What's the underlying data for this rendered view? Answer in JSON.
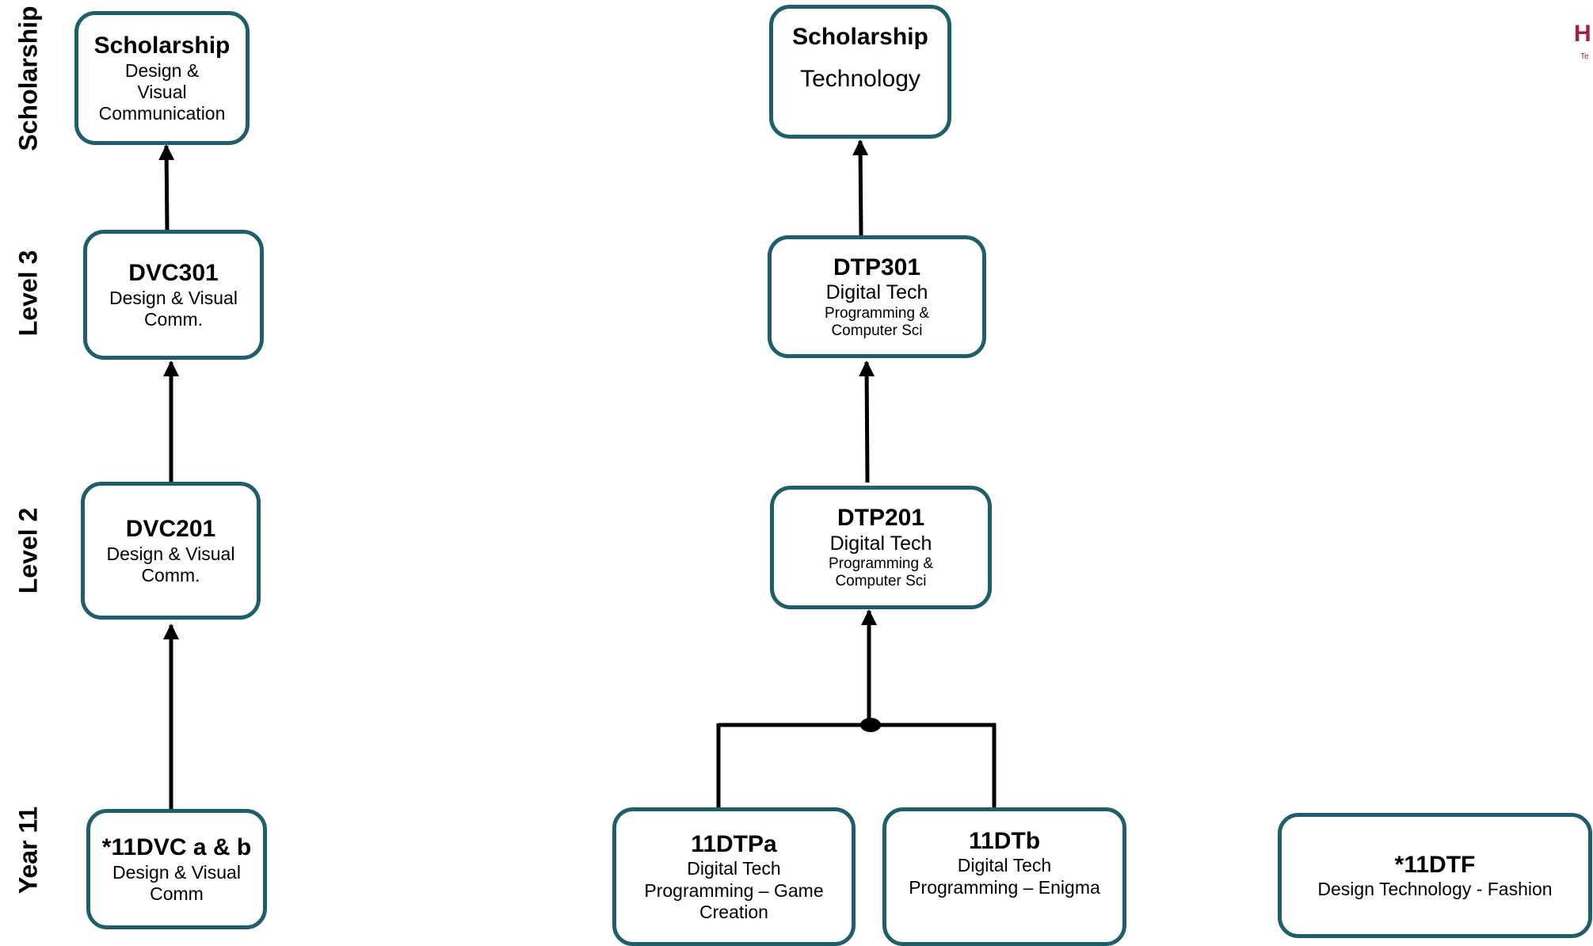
{
  "levels": {
    "scholarship": "Scholarship",
    "level3": "Level 3",
    "level2": "Level 2",
    "year11": "Year 11"
  },
  "brand": {
    "letter": "H",
    "sub": "Te"
  },
  "nodes": {
    "dvc_scholarship": {
      "title": "Scholarship",
      "l1": "Design &",
      "l2": "Visual",
      "l3": "Communication"
    },
    "dvc301": {
      "title": "DVC301",
      "l1": "Design & Visual",
      "l2": "Comm."
    },
    "dvc201": {
      "title": "DVC201",
      "l1": "Design & Visual",
      "l2": "Comm."
    },
    "dvc11": {
      "title": "*11DVC a & b",
      "l1": "Design & Visual",
      "l2": "Comm"
    },
    "tech_scholarship": {
      "title": "Scholarship",
      "l1": "Technology"
    },
    "dtp301": {
      "title": "DTP301",
      "l1": "Digital Tech",
      "l2": "Programming &",
      "l3": "Computer Sci"
    },
    "dtp201": {
      "title": "DTP201",
      "l1": "Digital Tech",
      "l2": "Programming &",
      "l3": "Computer Sci"
    },
    "dtpa11": {
      "title": "11DTPa",
      "l1": "Digital Tech",
      "l2": "Programming – Game",
      "l3": "Creation"
    },
    "dtb11": {
      "title": "11DTb",
      "l1": "Digital Tech",
      "l2": "Programming – Enigma"
    },
    "dtf11": {
      "title": "*11DTF",
      "l1": "Design Technology - Fashion"
    }
  },
  "colors": {
    "border": "#1e5f6a",
    "brand": "#a3213a",
    "line": "#000000"
  }
}
